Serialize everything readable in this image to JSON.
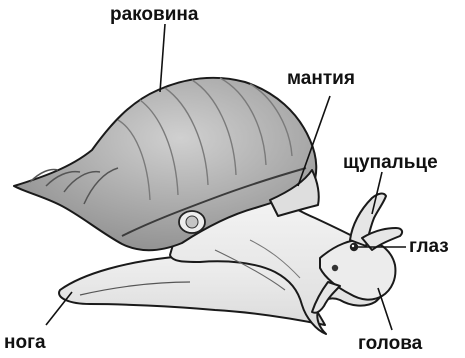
{
  "labels": {
    "shell": "раковина",
    "mantle": "мантия",
    "tentacle": "щупальце",
    "eye": "глаз",
    "head": "голова",
    "foot": "нога"
  },
  "colors": {
    "shell_fill": "#b9b9b9",
    "shell_stripe": "#8e8e8e",
    "body_fill": "#eeeeee",
    "outline": "#1a1a1a",
    "label_text": "#111111"
  }
}
